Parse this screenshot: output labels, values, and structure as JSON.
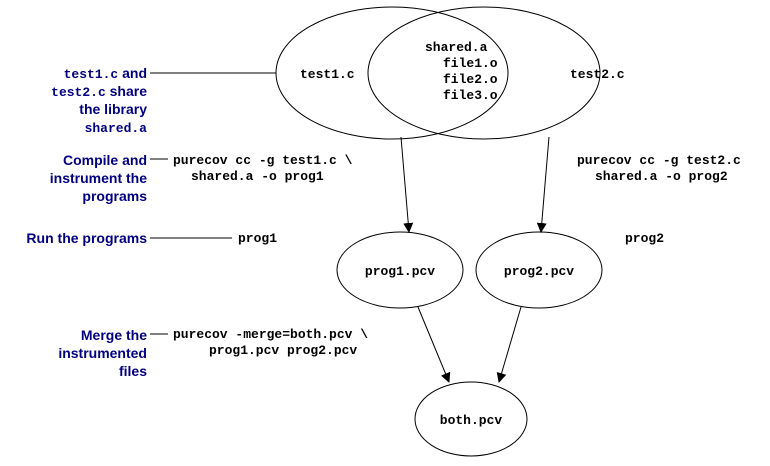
{
  "steps": {
    "library": {
      "code1": "test1.c",
      "text1": " and",
      "code2": "test2.c",
      "text2": " share",
      "line3": "the library",
      "code3": "shared.a"
    },
    "compile": {
      "line1": "Compile and",
      "line2": "instrument the",
      "line3": "programs"
    },
    "run": {
      "line1": "Run the programs"
    },
    "merge": {
      "line1": "Merge the",
      "line2": "instrumented",
      "line3": "files"
    }
  },
  "sources": {
    "left": "test1.c",
    "right": "test2.c",
    "shared": {
      "title": "shared.a",
      "members": [
        "file1.o",
        "file2.o",
        "file3.o"
      ]
    }
  },
  "commands": {
    "compile1": [
      "purecov cc -g test1.c \\",
      "shared.a -o prog1"
    ],
    "compile2": [
      "purecov cc -g test2.c",
      "shared.a -o prog2"
    ],
    "run1": "prog1",
    "run2": "prog2",
    "merge": [
      "purecov -merge=both.pcv \\",
      "prog1.pcv prog2.pcv"
    ]
  },
  "nodes": {
    "pcv1": "prog1.pcv",
    "pcv2": "prog2.pcv",
    "both": "both.pcv"
  }
}
